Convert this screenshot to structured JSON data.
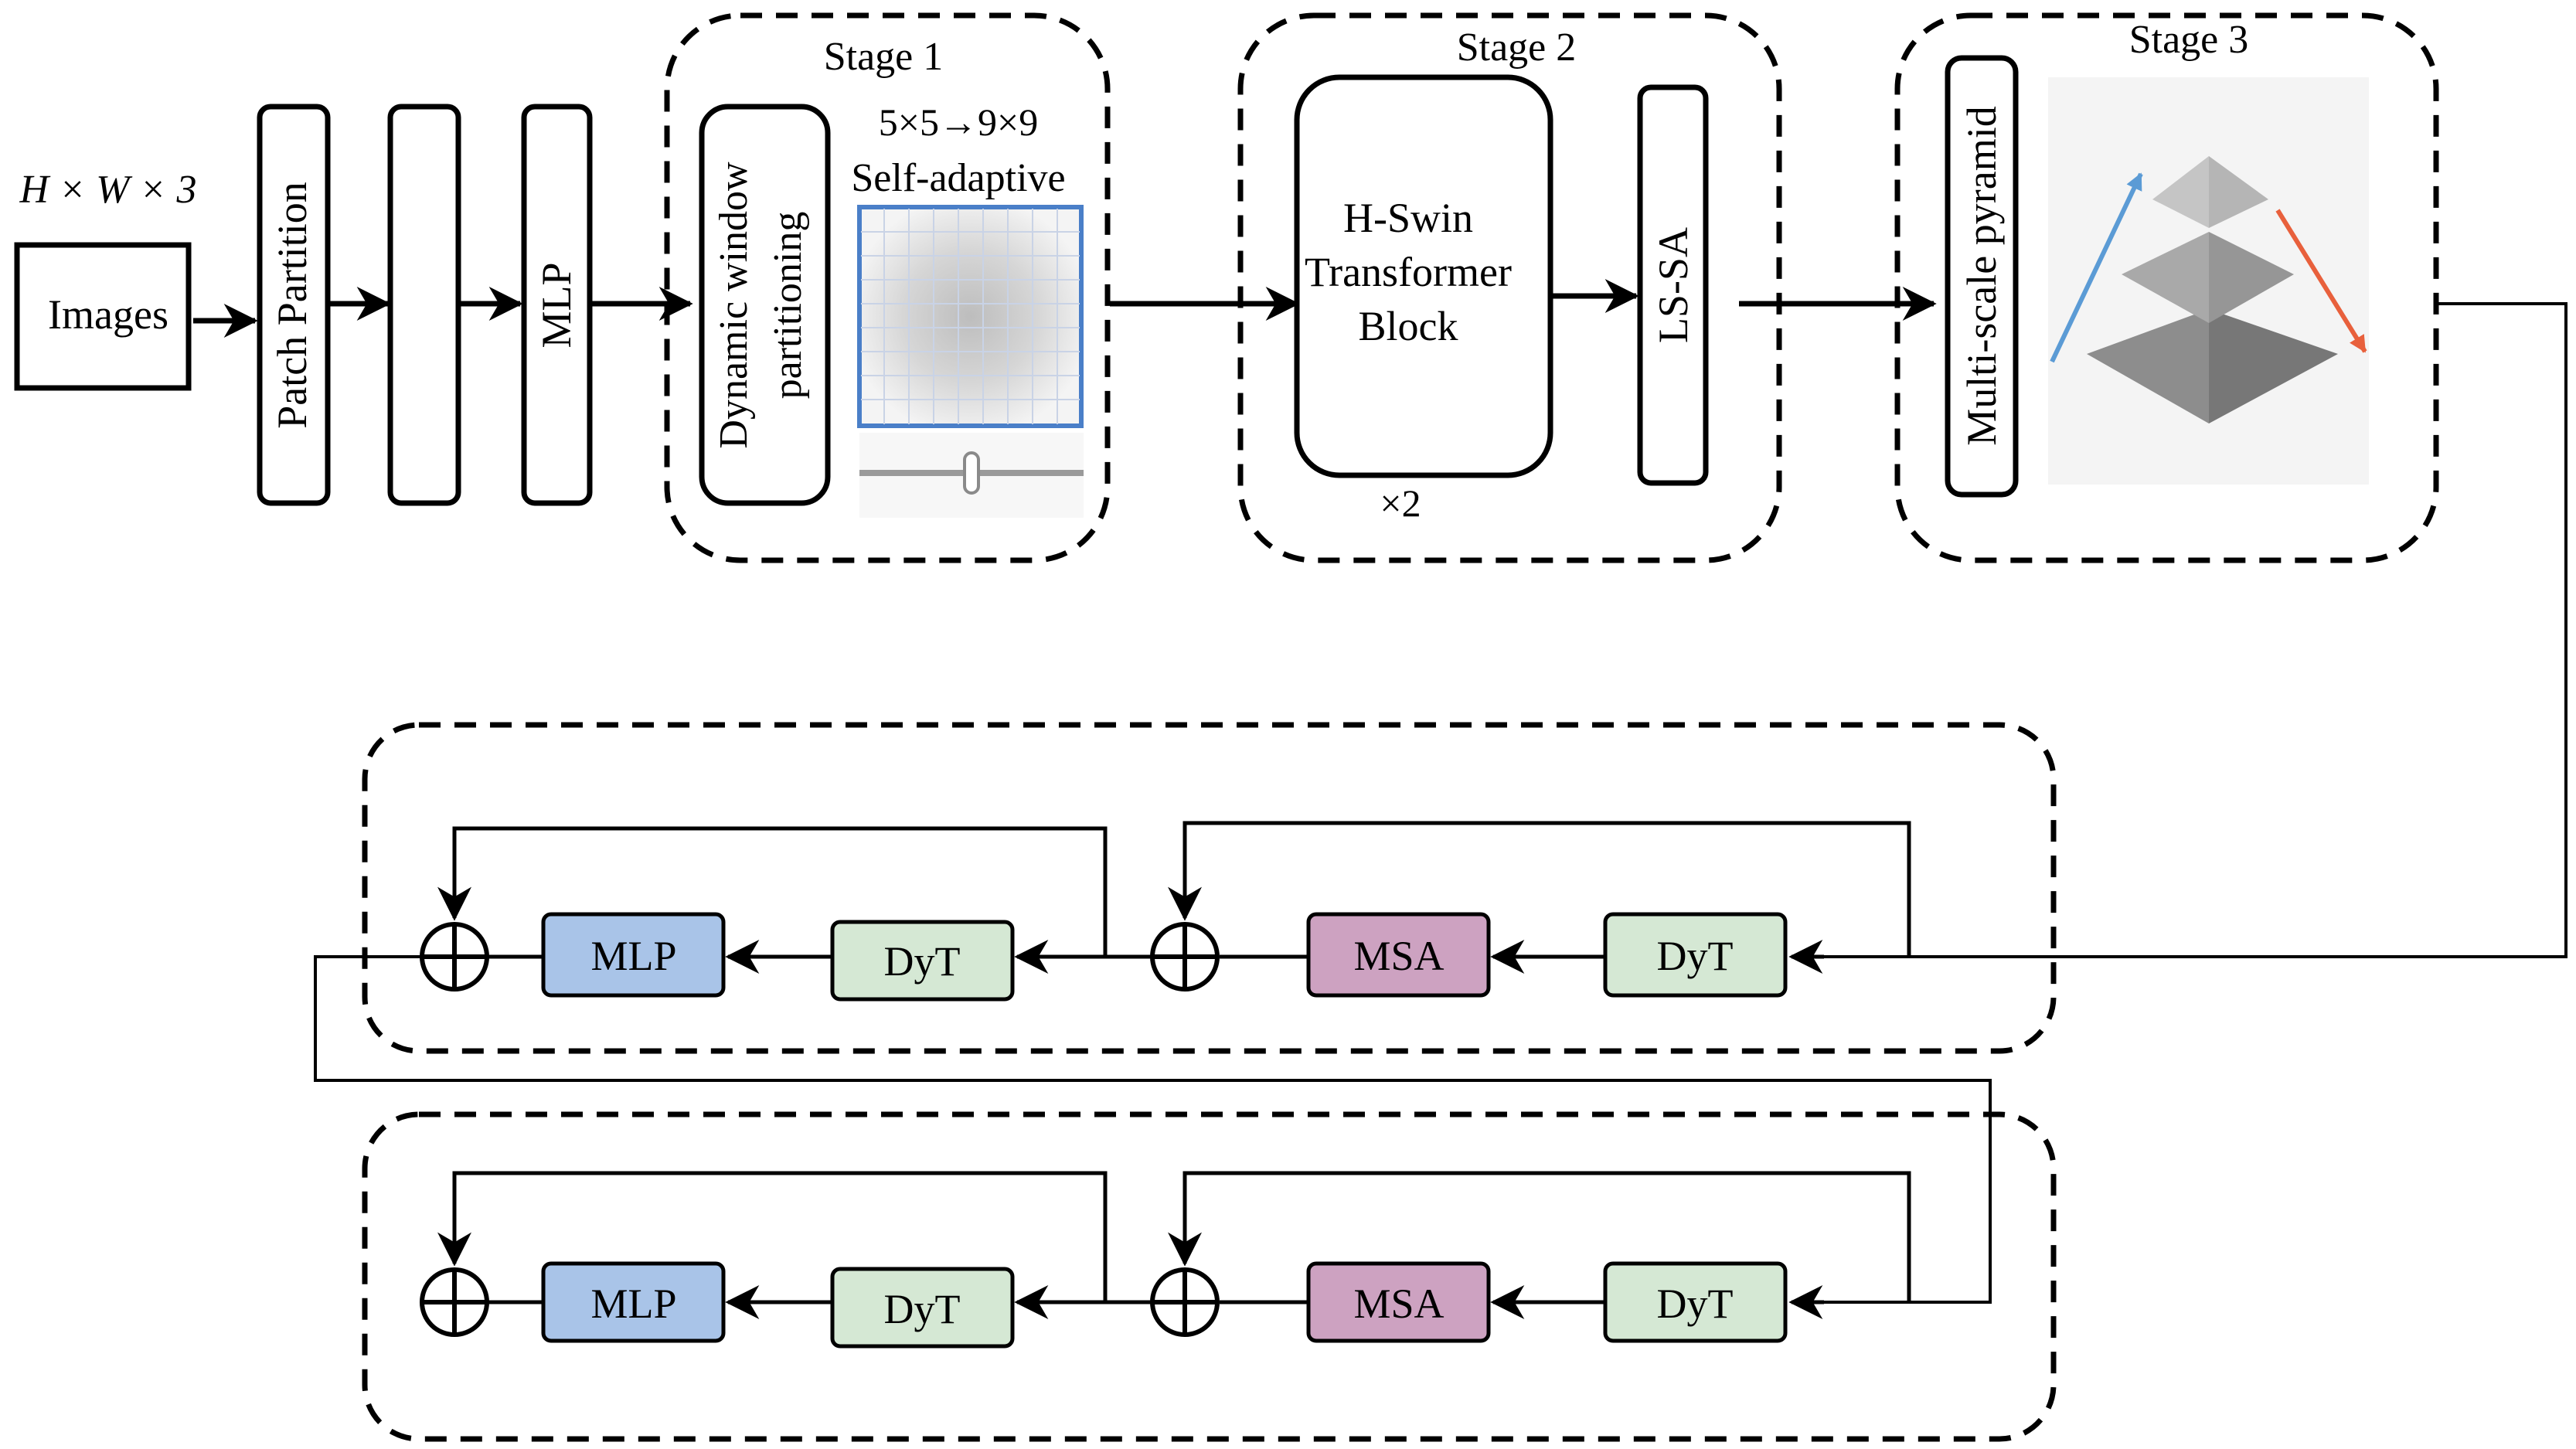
{
  "input": {
    "dims_label": "H × W × 3",
    "images_label": "Images"
  },
  "patch_partition_label": "Patch Partition",
  "empty_block_label": "",
  "mlp_label": "MLP",
  "stage1": {
    "title": "Stage 1",
    "window_label_line1": "Dynamic window",
    "window_label_line2": "partitioning",
    "resize_label": "5×5→9×9",
    "adaptive_label": "Self-adaptive"
  },
  "stage2": {
    "title": "Stage 2",
    "block_line1": "H-Swin",
    "block_line2": "Transformer",
    "block_line3": "Block",
    "repeat_label": "×2",
    "lssa_label": "LS-SA"
  },
  "stage3": {
    "title": "Stage 3",
    "pyramid_label": "Multi-scale pyramid"
  },
  "block_row1": {
    "mlp_label": "MLP",
    "dyt_left_label": "DyT",
    "msa_label": "MSA",
    "dyt_right_label": "DyT"
  },
  "block_row2": {
    "mlp_label": "MLP",
    "dyt_left_label": "DyT",
    "msa_label": "MSA",
    "dyt_right_label": "DyT"
  },
  "colors": {
    "mlp_fill": "#a9c4e8",
    "dyt_fill": "#d5e8d4",
    "msa_fill": "#cda2c1",
    "pyramid_arrow_up": "#5b9bd5",
    "pyramid_arrow_down": "#e8603c"
  }
}
